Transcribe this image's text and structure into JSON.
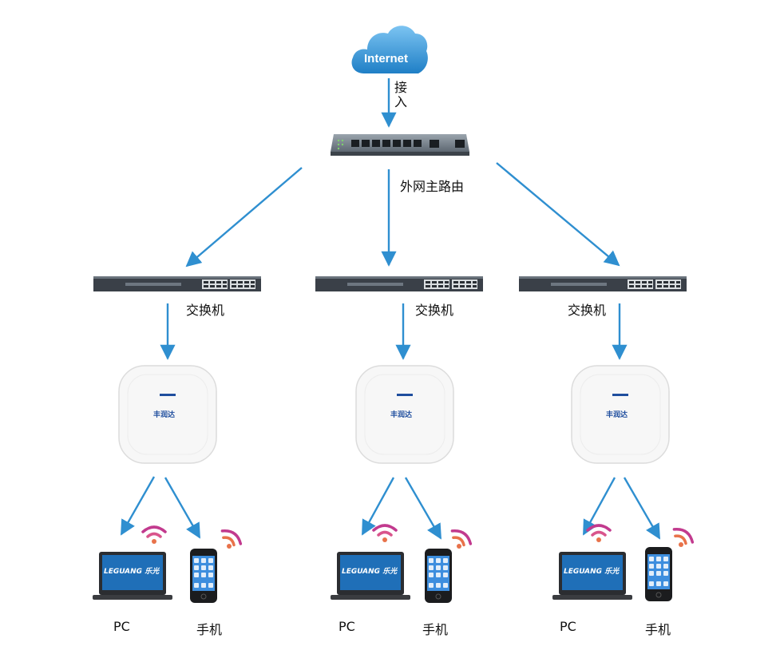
{
  "diagram": {
    "internet_label": "Internet",
    "access_label": "接入",
    "router_label": "外网主路由",
    "switch_label": "交换机",
    "ap_brand": "丰润达",
    "laptop_brand": "LEGUANG 乐光",
    "pc_label": "PC",
    "phone_label": "手机"
  },
  "colors": {
    "arrow": "#2f8fd0",
    "cloud": "#2f8fd0",
    "wifi_1": "#c23a8e",
    "wifi_2": "#e8724a"
  }
}
